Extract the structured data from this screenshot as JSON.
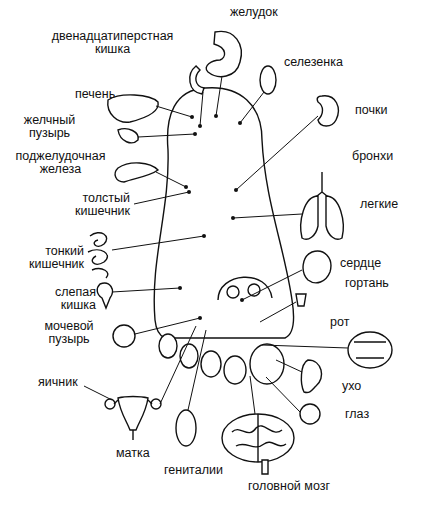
{
  "diagram": {
    "labels": [
      "желудок",
      "двенадцатиперстная кишка",
      "селезенка",
      "печень",
      "желчный пузырь",
      "почки",
      "поджелудочная железа",
      "бронхи",
      "толстый кишечник",
      "легкие",
      "тонкий кишечник",
      "сердце",
      "гортань",
      "слепая кишка",
      "рот",
      "мочевой пузырь",
      "ухо",
      "яичник",
      "глаз",
      "матка",
      "гениталии",
      "головной мозг"
    ]
  }
}
